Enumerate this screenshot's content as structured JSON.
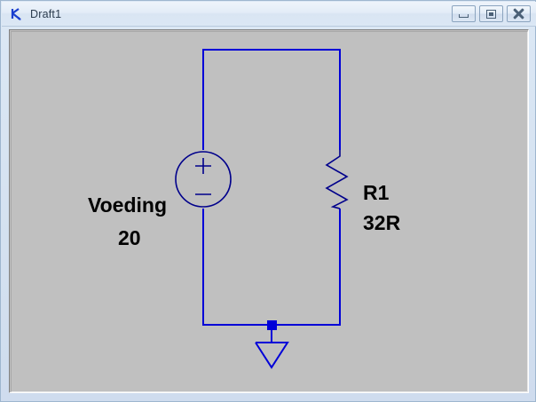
{
  "window": {
    "title": "Draft1",
    "icon": "ltspice-logo-icon",
    "controls": {
      "minimize_label": "Minimize",
      "maximize_label": "Restore",
      "close_label": "Close"
    }
  },
  "canvas": {
    "background_color": "#c0c0c0",
    "wire_color": "#0000d0",
    "symbol_color": "#00008b",
    "text_color": "#000000"
  },
  "schematic": {
    "components": [
      {
        "type": "voltage-source",
        "name": "Voeding",
        "value": "20",
        "polarity_top": "+",
        "polarity_bottom": "−"
      },
      {
        "type": "resistor",
        "name": "R1",
        "value": "32R"
      },
      {
        "type": "ground",
        "name": "GND"
      }
    ],
    "labels": {
      "source_name": "Voeding",
      "source_value": "20",
      "resistor_name": "R1",
      "resistor_value": "32R"
    }
  }
}
